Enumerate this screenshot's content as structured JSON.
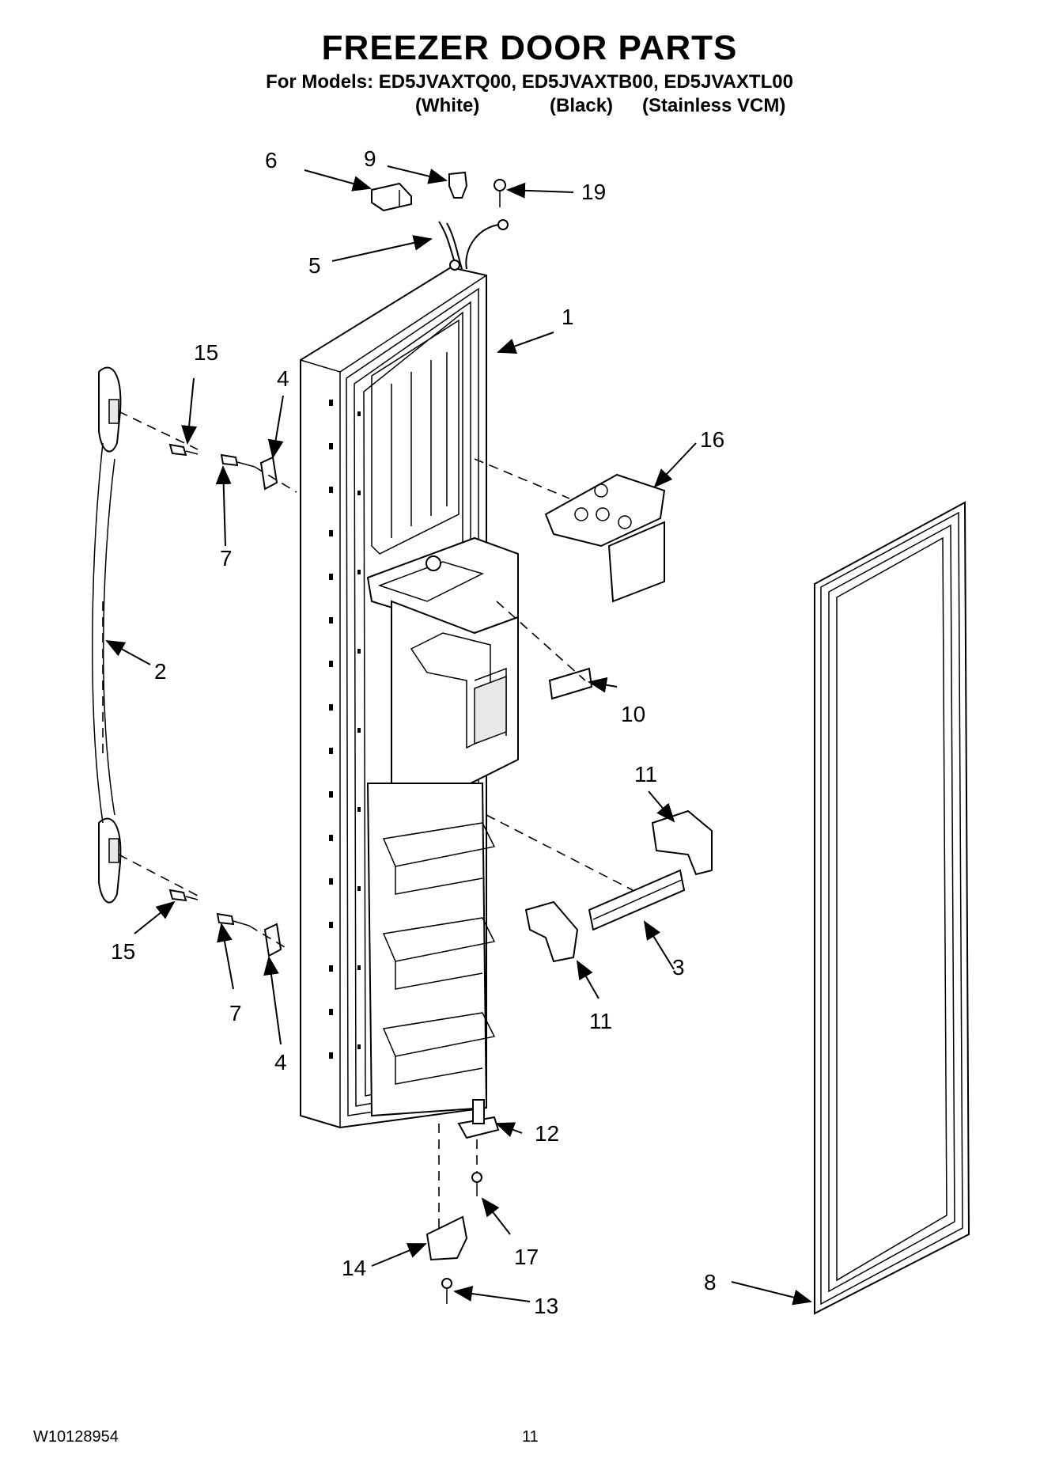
{
  "header": {
    "title": "FREEZER DOOR PARTS",
    "models": "For Models: ED5JVAXTQ00, ED5JVAXTB00, ED5JVAXTL00",
    "variants": [
      "(White)",
      "(Black)",
      "(Stainless VCM)"
    ]
  },
  "callouts": [
    "1",
    "2",
    "3",
    "4",
    "4",
    "5",
    "6",
    "7",
    "7",
    "8",
    "9",
    "10",
    "11",
    "11",
    "12",
    "13",
    "14",
    "15",
    "15",
    "16",
    "17",
    "19"
  ],
  "footer": {
    "doc_number": "W10128954",
    "page_number": "11"
  }
}
